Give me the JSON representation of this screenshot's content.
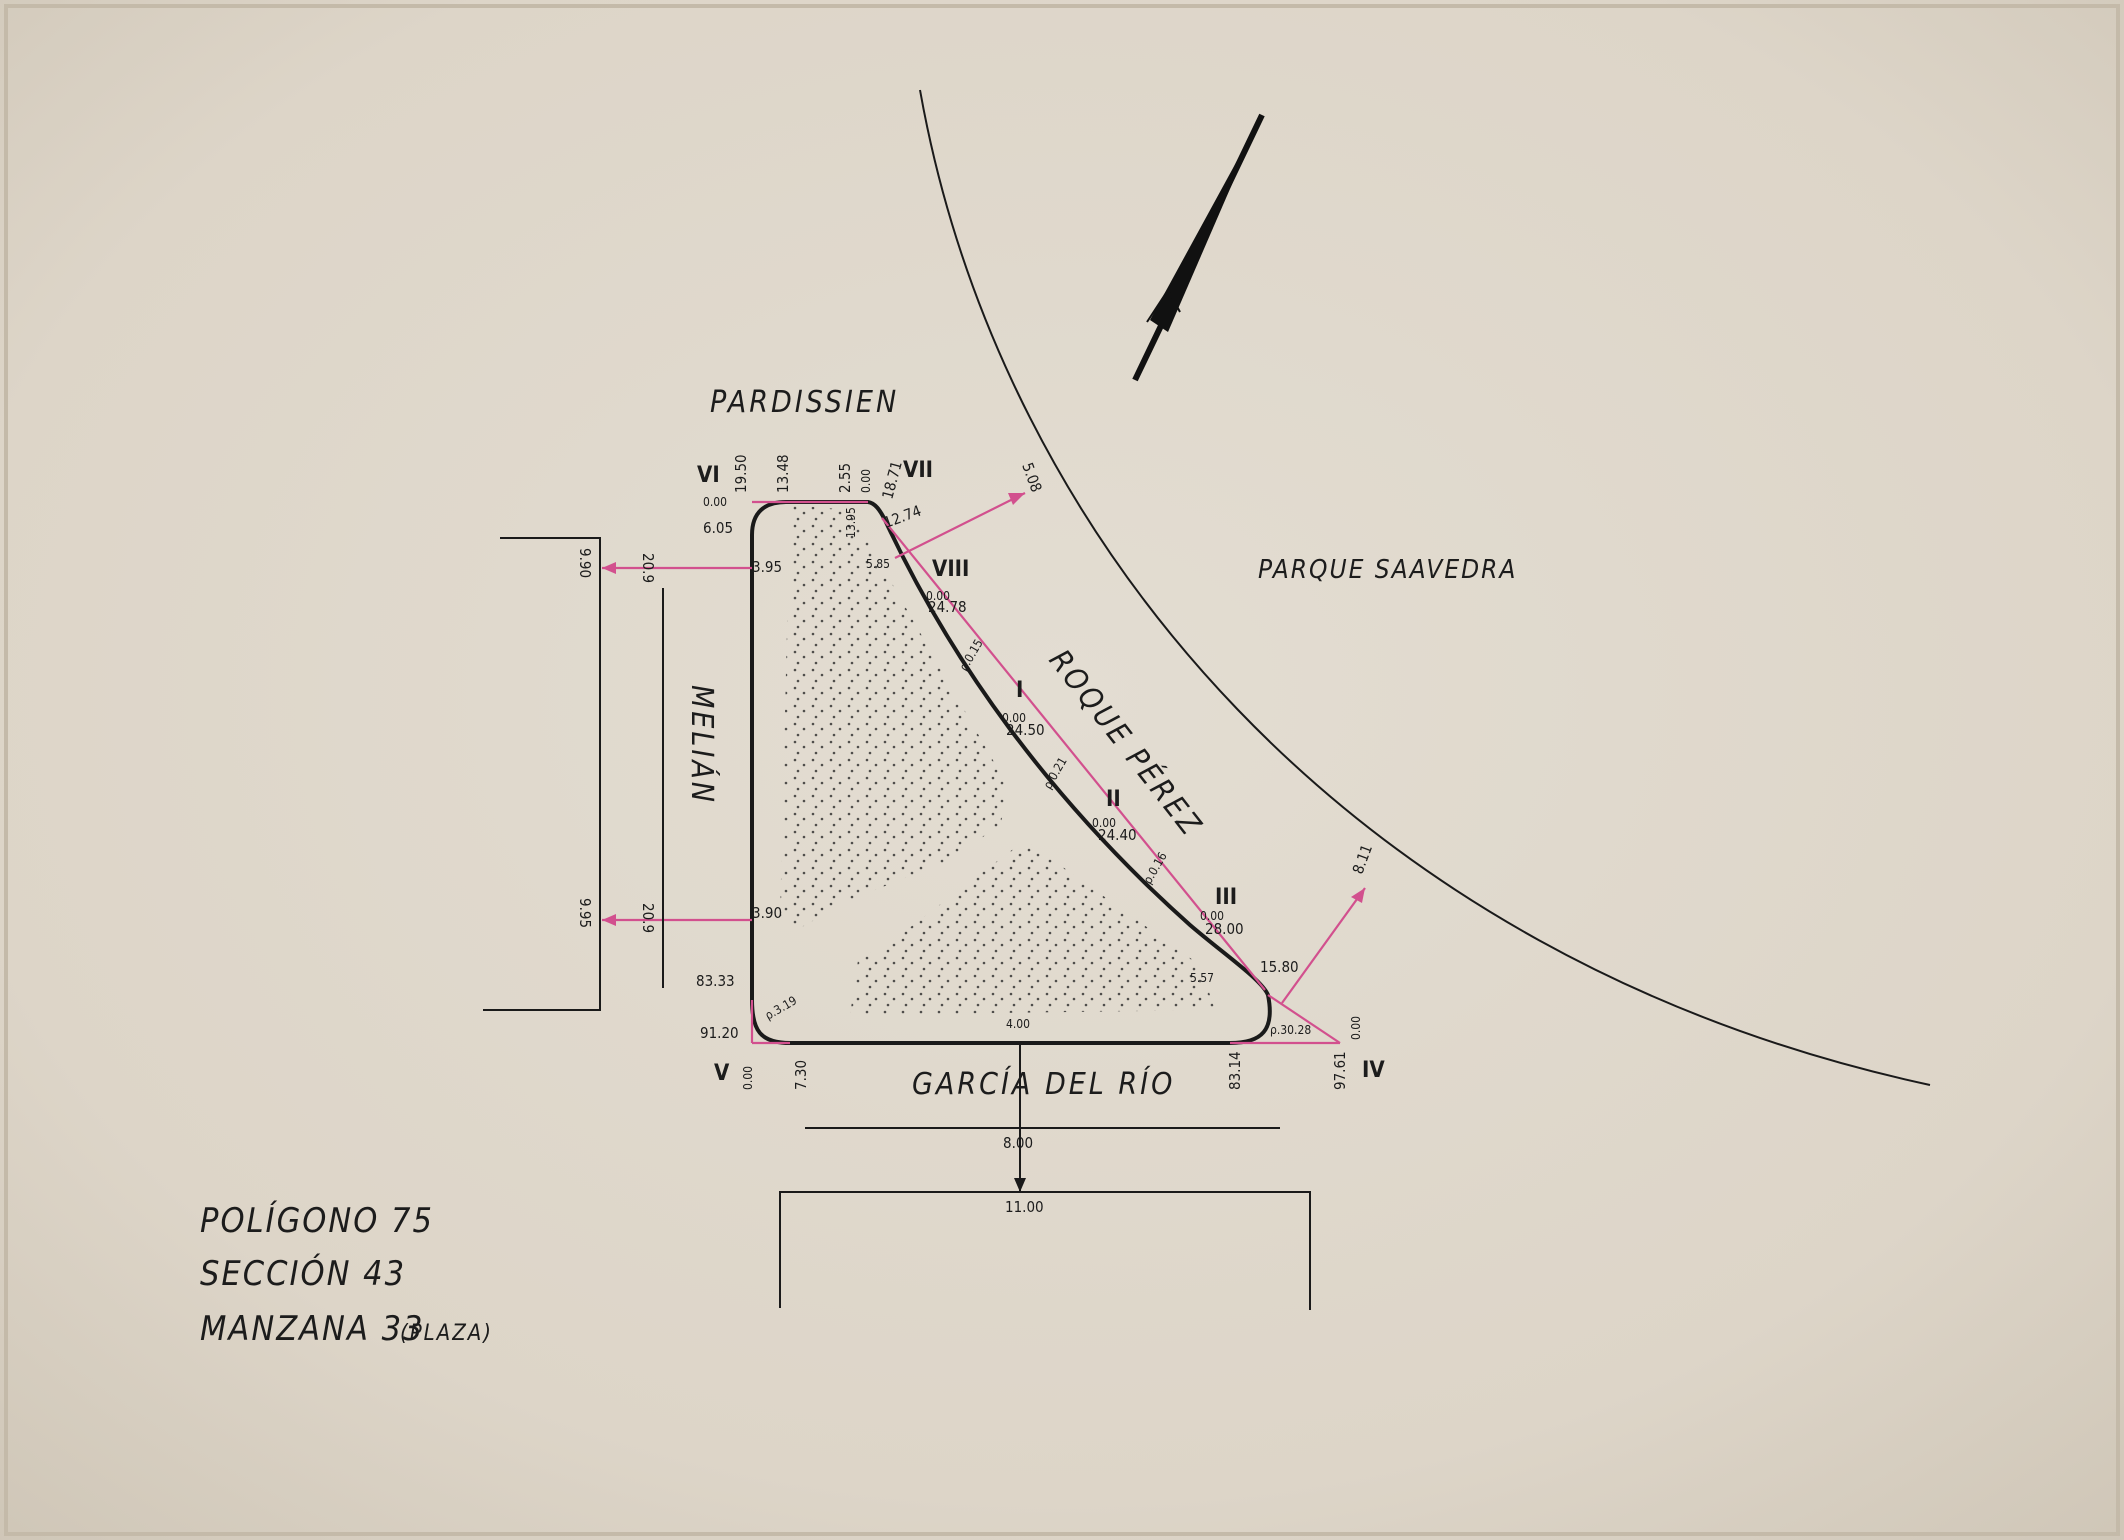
{
  "streets": {
    "top": "PARDISSIEN",
    "left": "MELIÁN",
    "bottom": "GARCÍA DEL RÍO",
    "diagonal": "ROQUE PÉREZ"
  },
  "park_label": "PARQUE SAAVEDRA",
  "legend": {
    "line1": "POLÍGONO 75",
    "line2": "SECCIÓN 43",
    "line3_main": "MANZANA 33",
    "line3_small": "(PLAZA)"
  },
  "vertices": {
    "i": "I",
    "ii": "II",
    "iii": "III",
    "iv": "IV",
    "v": "V",
    "vi": "VI",
    "vii": "VII",
    "viii": "VIII"
  },
  "measures": {
    "vi_zero": "0.00",
    "vi_19_50": "19.50",
    "vi_13_48": "13.48",
    "vii_2_55": "2.55",
    "vii_13_95": "13.95",
    "vii_zero": "0.00",
    "vii_18_71": "18.71",
    "vii_12_74": "12.74",
    "left_6_05": "6.05",
    "left_3_95": "3.95",
    "left_3_90": "3.90",
    "left_83_33": "83.33",
    "left_91_20": "91.20",
    "v_zero": "0.00",
    "v_7_30": "7.30",
    "r_5_85": "5.85",
    "viii_zero": "0.00",
    "viii_24_78": "24.78",
    "r_015": "ρ.0.15",
    "i_zero": "0.00",
    "i_24_50": "24.50",
    "r_021": "ρ.0.21",
    "ii_zero": "0.00",
    "ii_24_40": "24.40",
    "r_016": "ρ.0.16",
    "iii_zero": "0.00",
    "iii_28_00": "28.00",
    "r_5_57": "5.57",
    "r_15_80": "15.80",
    "r_30_28": "ρ.30.28",
    "iv_zero": "0.00",
    "iv_97_61": "97.61",
    "b_83_14": "83.14",
    "b_4_00": "4.00",
    "left_9_90": "9.90",
    "left_9_95": "9.95",
    "left_20_9": "20.9",
    "left_20_9_b": "20.9",
    "bottom_8_00": "8.00",
    "bottom_11_00": "11.00",
    "arc_5_08": "5.08",
    "arc_8_11": "8.11",
    "ro_3_19": "ρ.3.19"
  }
}
